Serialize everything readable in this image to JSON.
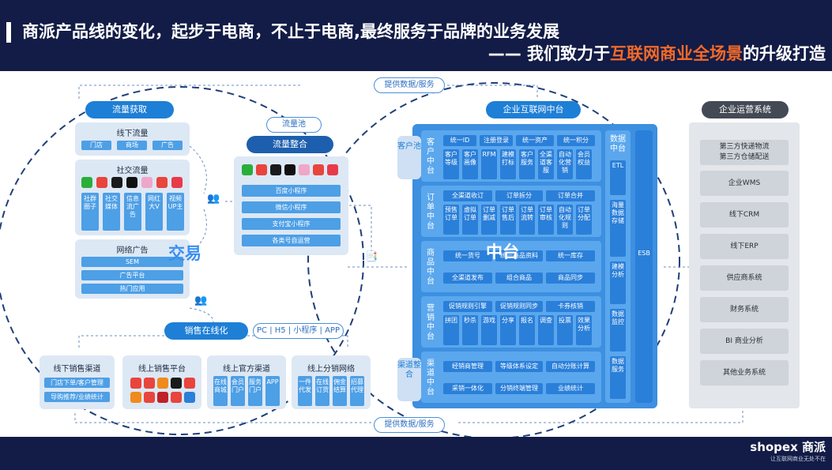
{
  "header": {
    "title_line1": "商派产品线的变化，起步于电商，不止于电商,最终服务于品牌的业务发展",
    "title_line2_prefix": "—— 我们致力于",
    "title_line2_highlight": "互联网商业全场景",
    "title_line2_suffix": "的升级打造",
    "highlight_color": "#f26a2a"
  },
  "top_link": "提供数据/服务",
  "bottom_link": "提供数据/服务",
  "left": {
    "traffic_acquire": "流量获取",
    "offline_traffic": {
      "title": "线下流量",
      "tags": [
        "门店",
        "商场",
        "广告"
      ]
    },
    "social_traffic": {
      "title": "社交流量",
      "tags": [
        "社群圈子",
        "社交媒体",
        "信息流广告",
        "网红大V",
        "视频UP主"
      ]
    },
    "ads": {
      "title": "网络广告",
      "tags": [
        "SEM",
        "广告平台",
        "热门应用"
      ]
    },
    "trade_label": "交易",
    "flow_pool": "流量池",
    "flow_integrate": "流量整合",
    "integrate_tags": [
      "百度小程序",
      "微信小程序",
      "支付宝小程序",
      "各类号自运营"
    ],
    "online_sales": "销售在线化",
    "channels_tag": "PC | H5 | 小程序 | APP",
    "offline_channel": {
      "title": "线下销售渠道",
      "tags": [
        "门店下单/客户管理",
        "导购推荐/业绩统计"
      ]
    },
    "online_platform": {
      "title": "线上销售平台"
    },
    "official_channel": {
      "title": "线上官方渠道",
      "tags": [
        "在线商城",
        "会员门户",
        "服务门户",
        "APP"
      ]
    },
    "distribution": {
      "title": "线上分销网络",
      "tags": [
        "一件代发",
        "在线订货",
        "佣金结算",
        "招募代理"
      ]
    }
  },
  "center": {
    "hub_title": "企业互联网中台",
    "zhongtai_label": "中台",
    "customer_pool": "客户池",
    "channel_integrate": "渠道整合",
    "customer": {
      "label": "客户中台",
      "top": [
        "统一ID",
        "注册登录",
        "统一资产",
        "统一积分"
      ],
      "bottom": [
        "客户等级",
        "客户画像",
        "RFM",
        "建模打标",
        "客户服务",
        "全渠道客服",
        "自动化营销",
        "会员权益"
      ]
    },
    "order": {
      "label": "订单中台",
      "top": [
        "全渠道收订",
        "订单拆分",
        "订单合并"
      ],
      "bottom": [
        "预售订单",
        "虚拟订单",
        "订单删减",
        "订单售后",
        "订单流转",
        "订单审核",
        "自动化规则",
        "订单分配"
      ]
    },
    "product": {
      "label": "商品中台",
      "top": [
        "统一货号",
        "统一商品资料",
        "统一库存"
      ],
      "bottom": [
        "全渠道发布",
        "组合商品",
        "商品同步"
      ]
    },
    "marketing": {
      "label": "营销中台",
      "top": [
        "促销规则引擎",
        "促销规则同步",
        "卡券核销"
      ],
      "bottom": [
        "拼团",
        "秒杀",
        "游戏",
        "分享",
        "报名",
        "调查",
        "投票",
        "效果分析"
      ]
    },
    "channel": {
      "label": "渠道中台",
      "top": [
        "经销商管理",
        "等级体系设定",
        "自动分账计算"
      ],
      "bottom": [
        "采销一体化",
        "分销终端管理",
        "业绩统计"
      ]
    },
    "data": {
      "label": "数据中台",
      "items": [
        "ETL",
        "海量数据存储",
        "建模分析",
        "数据监控",
        "数据服务"
      ]
    },
    "esb": "ESB"
  },
  "right": {
    "title": "企业运营系统",
    "items": [
      "第三方快递物流\n第三方仓储配送",
      "企业WMS",
      "线下CRM",
      "线下ERP",
      "供应商系统",
      "财务系统",
      "BI 商业分析",
      "其他业务系统"
    ]
  },
  "footer": {
    "brand": "shopex 商派",
    "slogan": "让互联网商业无处不在"
  }
}
